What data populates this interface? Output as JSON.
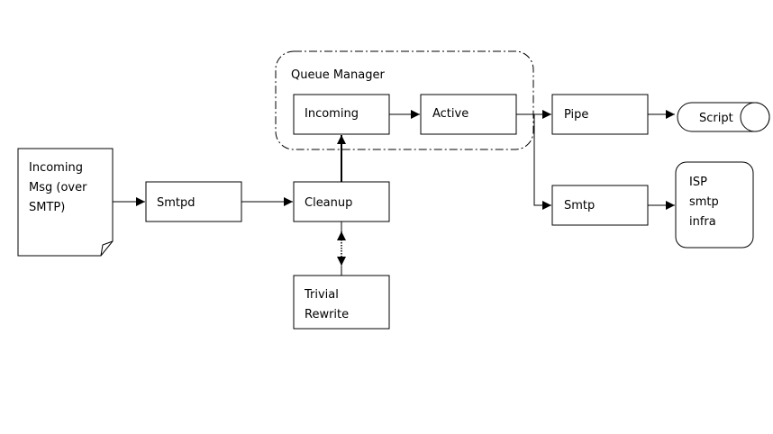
{
  "diagram": {
    "queue_manager_label": "Queue Manager",
    "incoming_msg": {
      "line1": "Incoming",
      "line2": "Msg (over",
      "line3": "SMTP)"
    },
    "smtpd": "Smtpd",
    "cleanup": "Cleanup",
    "trivial_rewrite": {
      "line1": "Trivial",
      "line2": "Rewrite"
    },
    "incoming_queue": "Incoming",
    "active_queue": "Active",
    "pipe": "Pipe",
    "smtp": "Smtp",
    "script": "Script",
    "isp": {
      "line1": "ISP",
      "line2": "smtp",
      "line3": "infra"
    }
  },
  "colors": {
    "stroke": "#000000",
    "background": "#ffffff"
  }
}
